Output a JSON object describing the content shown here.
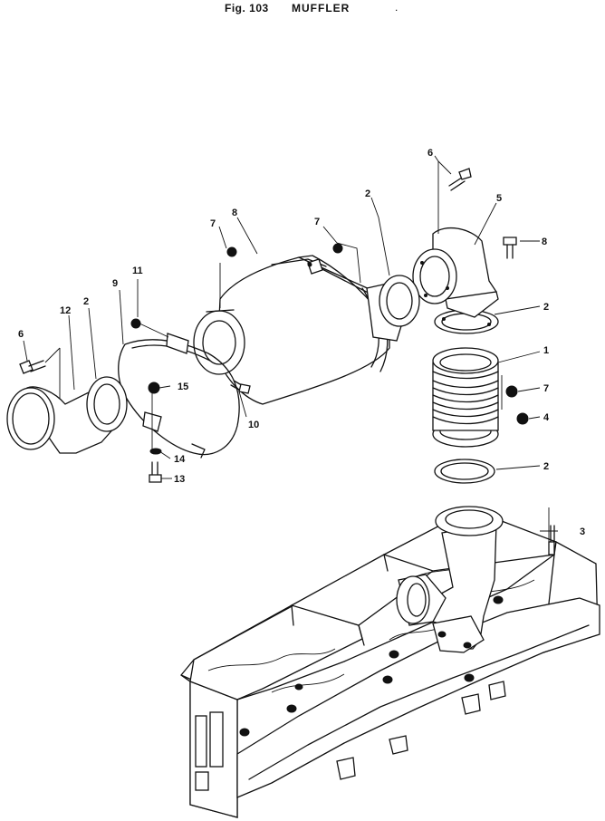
{
  "title": {
    "fig_label": "Fig. 103",
    "name": "MUFFLER",
    "mark": "."
  },
  "callouts": [
    {
      "id": "c6-top",
      "text": "6"
    },
    {
      "id": "c5",
      "text": "5"
    },
    {
      "id": "c8-right",
      "text": "8"
    },
    {
      "id": "c2-upper",
      "text": "2"
    },
    {
      "id": "c7-left",
      "text": "7"
    },
    {
      "id": "c8-body",
      "text": "8"
    },
    {
      "id": "c7-mid",
      "text": "7"
    },
    {
      "id": "c2-right1",
      "text": "2"
    },
    {
      "id": "c1",
      "text": "1"
    },
    {
      "id": "c7-right",
      "text": "7"
    },
    {
      "id": "c4",
      "text": "4"
    },
    {
      "id": "c2-right2",
      "text": "2"
    },
    {
      "id": "c3",
      "text": "3"
    },
    {
      "id": "c11",
      "text": "11"
    },
    {
      "id": "c9",
      "text": "9"
    },
    {
      "id": "c12",
      "text": "12"
    },
    {
      "id": "c2-left",
      "text": "2"
    },
    {
      "id": "c6-left",
      "text": "6"
    },
    {
      "id": "c15",
      "text": "15"
    },
    {
      "id": "c10",
      "text": "10"
    },
    {
      "id": "c14",
      "text": "14"
    },
    {
      "id": "c13",
      "text": "13"
    }
  ]
}
